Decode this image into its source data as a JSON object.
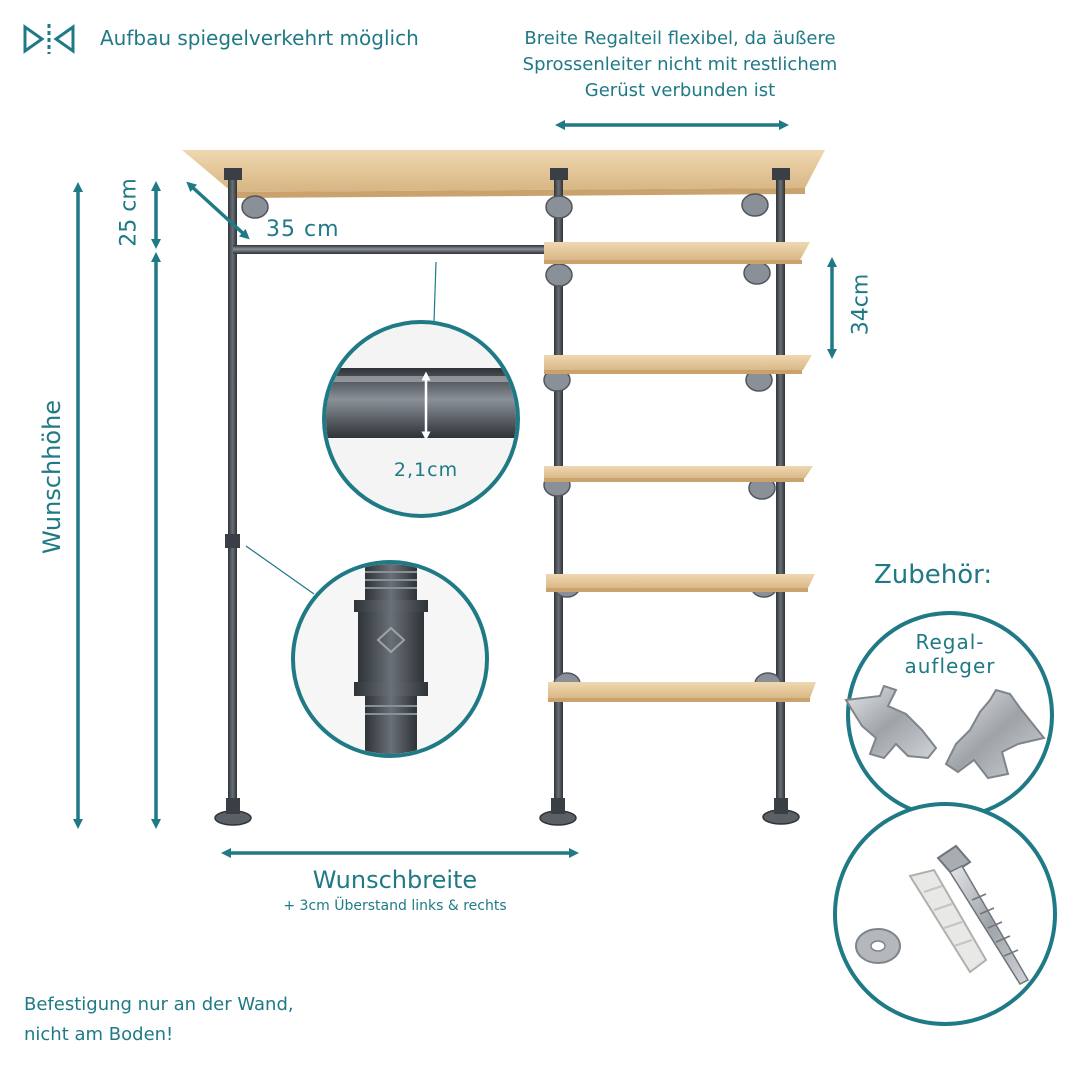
{
  "header": {
    "mirror_label": "Aufbau spiegelverkehrt möglich",
    "width_note_lines": [
      "Breite Regalteil flexibel, da äußere",
      "Sprossenleiter nicht mit restlichem",
      "Gerüst verbunden ist"
    ]
  },
  "dimensions": {
    "depth": "35 cm",
    "top_gap": "25 cm",
    "shelf_spacing": "34cm",
    "pipe_diameter": "2,1cm",
    "height_label": "Wunschhöhe",
    "width_label": "Wunschbreite",
    "width_note": "+ 3cm Überstand links & rechts"
  },
  "accessories": {
    "title": "Zubehör:",
    "item1_lines": [
      "Regal-",
      "aufleger"
    ]
  },
  "footer": {
    "lines": [
      "Befestigung nur an der Wand,",
      "nicht am Boden!"
    ]
  },
  "colors": {
    "accent": "#1f7a86",
    "wood": "#e6c99a",
    "pipe": "#4a4f55"
  }
}
